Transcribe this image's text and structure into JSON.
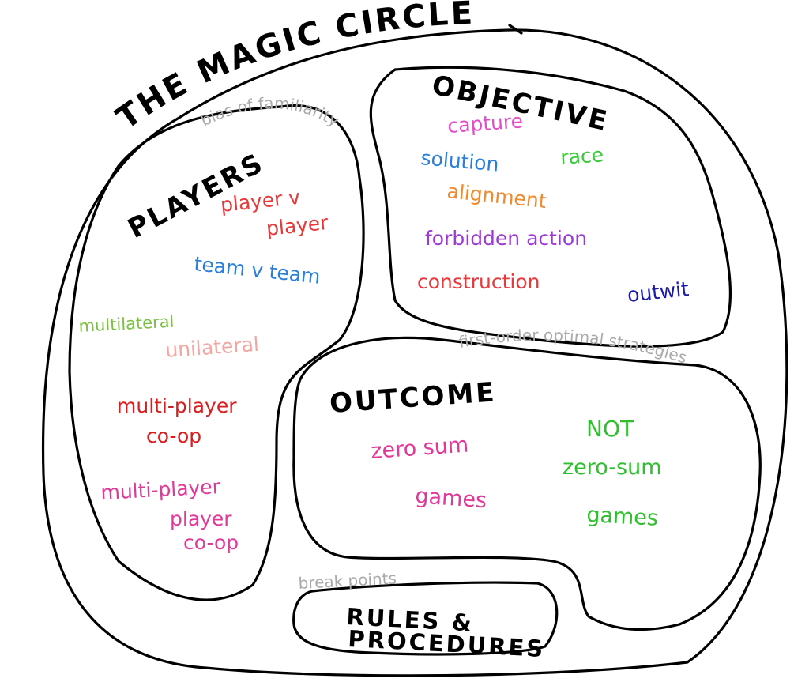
{
  "title": "THE MAGIC CIRCLE",
  "sections": {
    "players": {
      "heading": "PLAYERS",
      "items": [
        {
          "label": "player v",
          "color": "#e8393b"
        },
        {
          "label": "player",
          "color": "#e8393b"
        },
        {
          "label": "team v team",
          "color": "#2a7fd8"
        },
        {
          "label": "multilateral",
          "color": "#7cc043"
        },
        {
          "label": "unilateral",
          "color": "#f2a7a3"
        },
        {
          "label": "multi-player",
          "color": "#d81e1e"
        },
        {
          "label": "co-op",
          "color": "#d81e1e"
        },
        {
          "label": "multi-player",
          "color": "#e0399a"
        },
        {
          "label": "player",
          "color": "#e0399a"
        },
        {
          "label": "co-op",
          "color": "#e0399a"
        }
      ]
    },
    "objective": {
      "heading": "OBJECTIVE",
      "items": [
        {
          "label": "capture",
          "color": "#e04fc8"
        },
        {
          "label": "race",
          "color": "#3cc93c"
        },
        {
          "label": "solution",
          "color": "#2a7fd8"
        },
        {
          "label": "alignment",
          "color": "#f08a2c"
        },
        {
          "label": "forbidden action",
          "color": "#9b3ad0"
        },
        {
          "label": "construction",
          "color": "#e8393b"
        },
        {
          "label": "outwit",
          "color": "#1a1aa8"
        }
      ]
    },
    "outcome": {
      "heading": "OUTCOME",
      "items": [
        {
          "label": "zero sum",
          "color": "#e0399a"
        },
        {
          "label": "games",
          "color": "#e0399a"
        },
        {
          "label": "NOT",
          "color": "#2fbf2f"
        },
        {
          "label": "zero-sum",
          "color": "#2fbf2f"
        },
        {
          "label": "games",
          "color": "#2fbf2f"
        }
      ]
    },
    "rules": {
      "heading_line1": "RULES &",
      "heading_line2": "PROCEDURES"
    }
  },
  "annotations": {
    "bias": "bias of familiarity",
    "first_order": "first-order optimal strategies",
    "break_points": "break points"
  }
}
